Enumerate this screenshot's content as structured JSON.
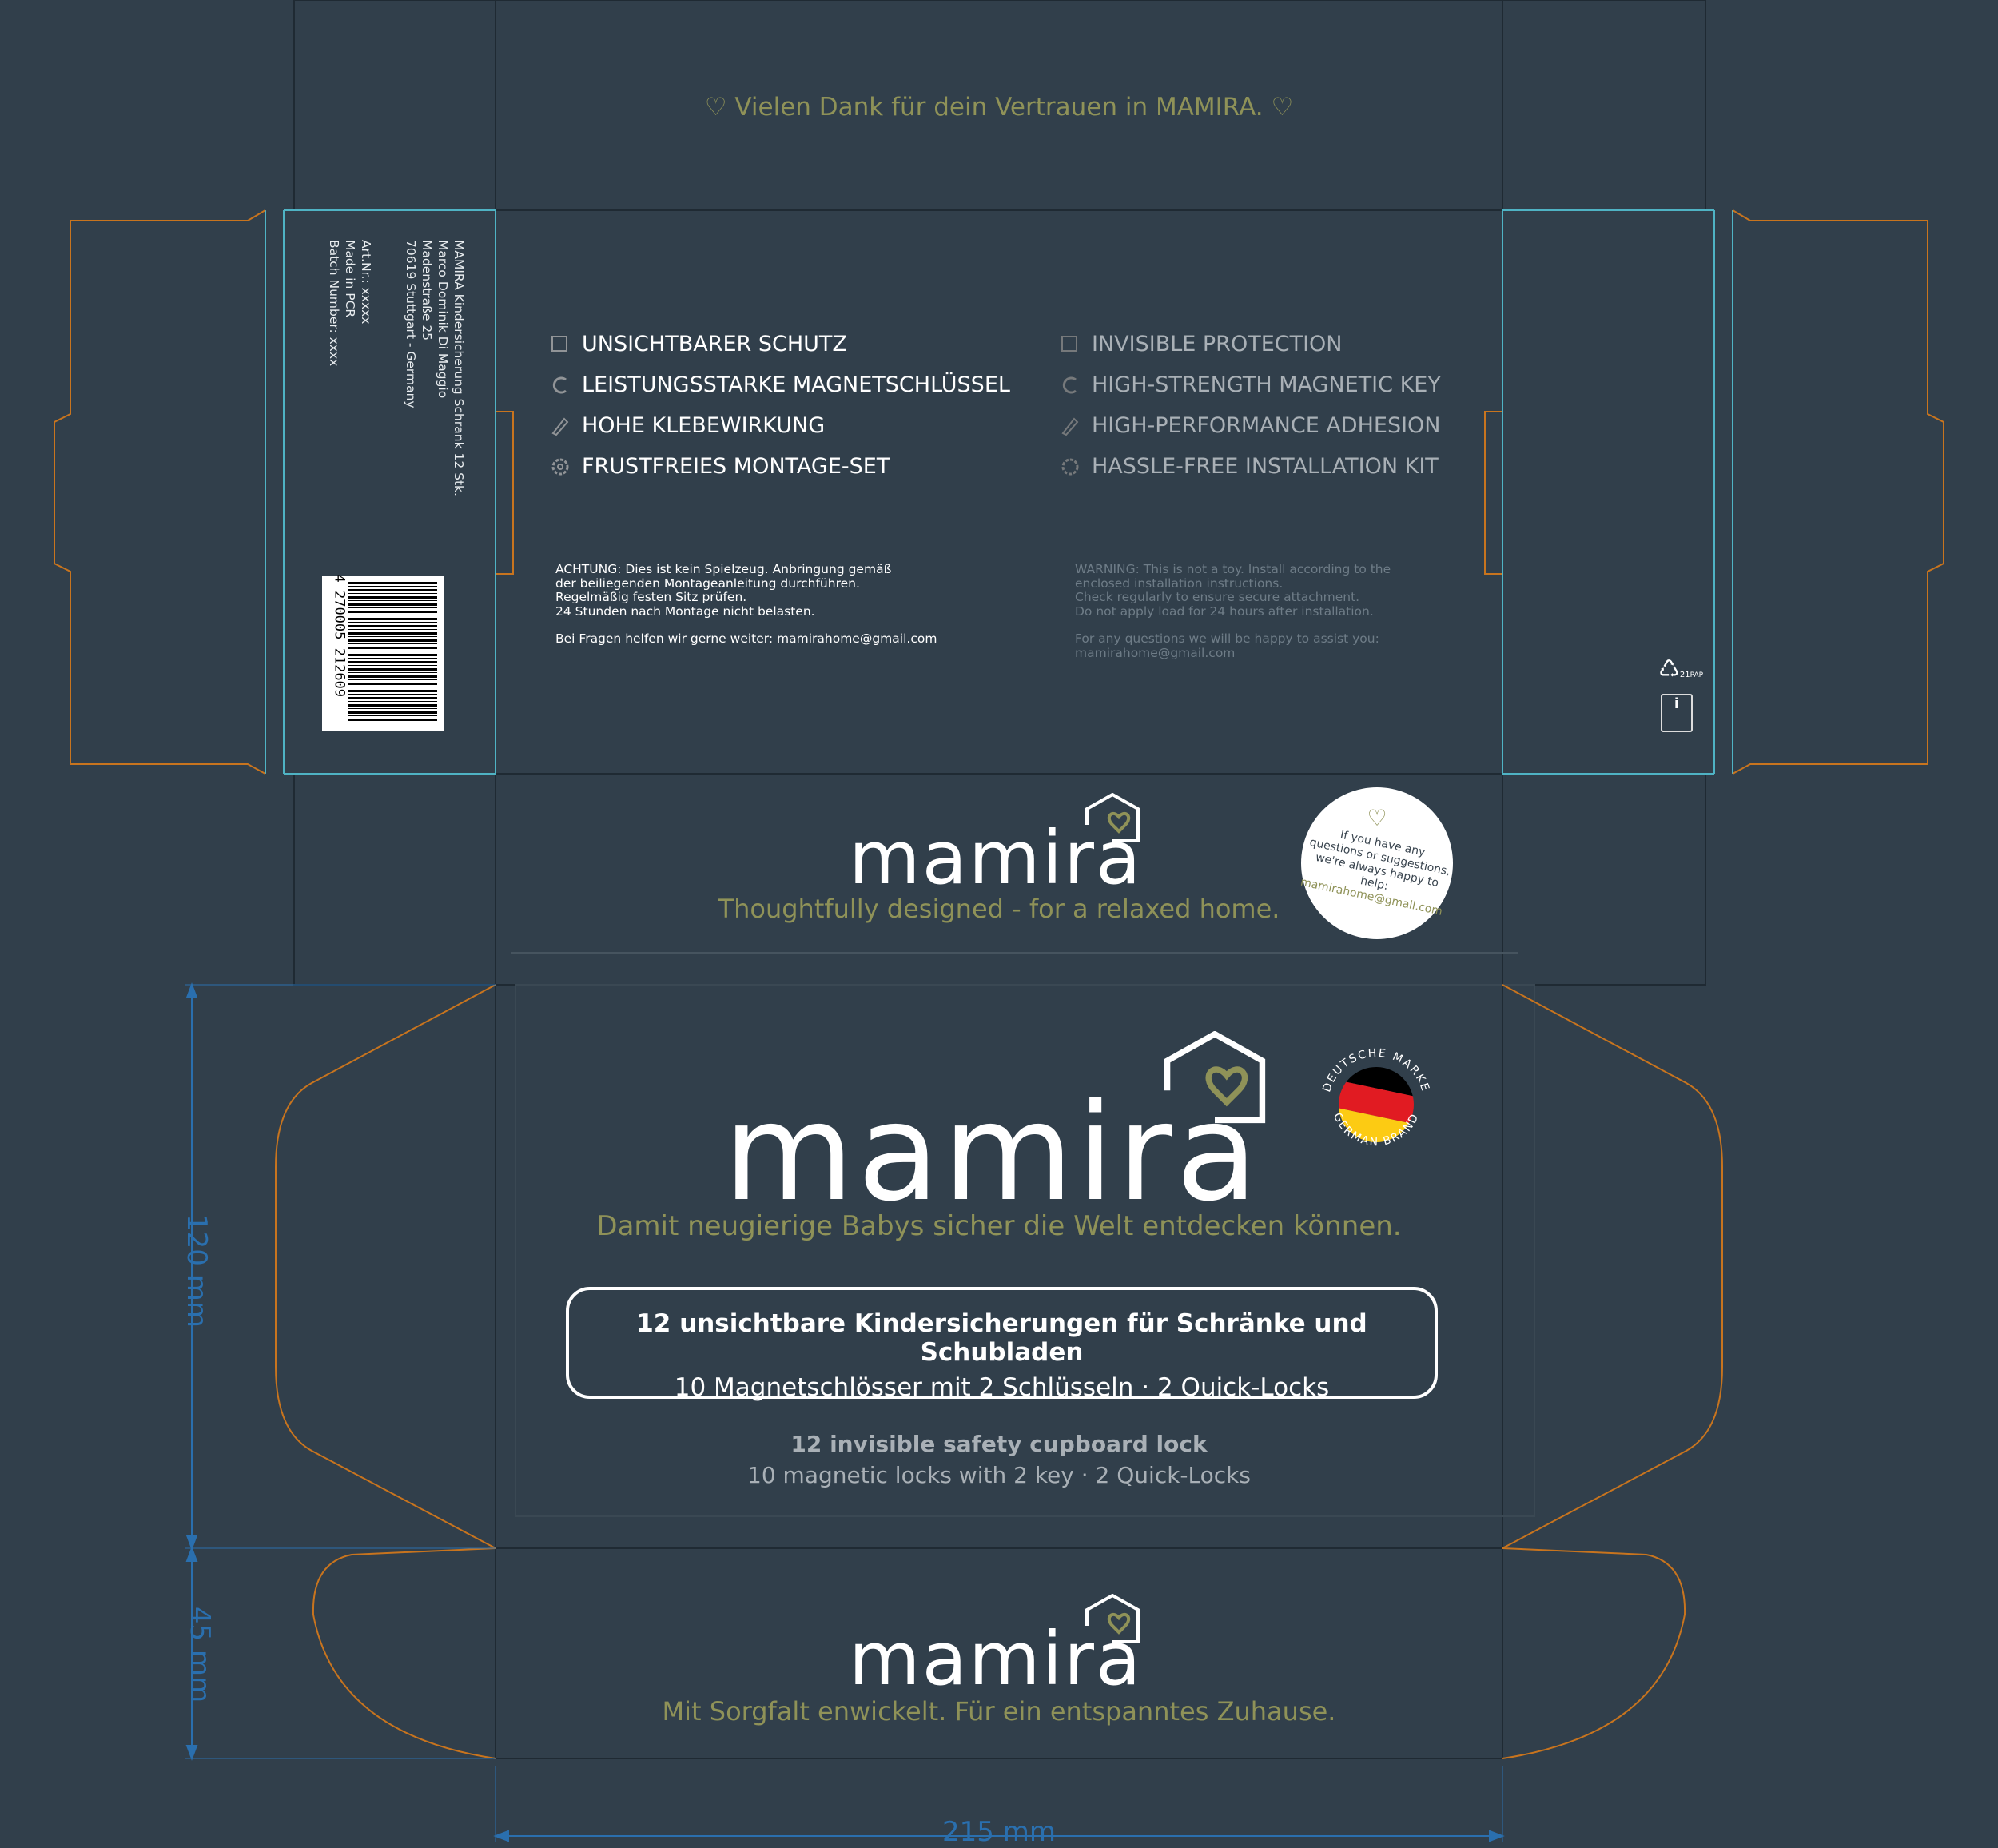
{
  "top_flap": {
    "thanks": "Vielen Dank für dein Vertrauen in MAMIRA."
  },
  "features_de": [
    {
      "icon": "invisible-shield-icon",
      "label": "UNSICHTBARER SCHUTZ"
    },
    {
      "icon": "magnet-icon",
      "label": "LEISTUNGSSTARKE MAGNETSCHLÜSSEL"
    },
    {
      "icon": "adhesive-icon",
      "label": "HOHE KLEBEWIRKUNG"
    },
    {
      "icon": "gear-icon",
      "label": "FRUSTFREIES MONTAGE-SET"
    }
  ],
  "features_en": [
    {
      "icon": "invisible-shield-icon",
      "label": "INVISIBLE PROTECTION"
    },
    {
      "icon": "magnet-icon",
      "label": "HIGH-STRENGTH MAGNETIC KEY"
    },
    {
      "icon": "adhesive-icon",
      "label": "HIGH-PERFORMANCE ADHESION"
    },
    {
      "icon": "gear-icon",
      "label": "HASSLE-FREE INSTALLATION KIT"
    }
  ],
  "warning_de": "ACHTUNG: Dies ist kein Spielzeug. Anbringung gemäß\nder beiliegenden Montageanleitung durchführen.\nRegelmäßig festen Sitz prüfen.\n24 Stunden nach Montage nicht belasten.",
  "contact_de": "Bei Fragen helfen wir gerne weiter: mamirahome@gmail.com",
  "warning_en": "WARNING: This is not a toy. Install according to the\nenclosed installation instructions.\nCheck regularly to ensure secure attachment.\nDo not apply load for 24 hours after installation.",
  "contact_en": "For any questions we will be happy to assist you:\nmamirahome@gmail.com",
  "side_panel": {
    "address": "MAMIRA Kindersicherung Schrank 12 Stk.\nMarco Dominik Di Maggio\nMadenstraße 25\n70619 Stuttgart - Germany",
    "details": "Art.Nr.: xxxxx\nMade in PCR\nBatch Number: xxxx",
    "barcode": "4 270005 212609"
  },
  "recycle": {
    "code": "21",
    "material": "PAP"
  },
  "brand": "mamira",
  "back_slogan": "Thoughtfully designed - for a relaxed home.",
  "sticker": {
    "text": "If you have any\nquestions or suggestions,\nwe're always happy to help:",
    "email": "mamirahome@gmail.com"
  },
  "front": {
    "slogan": "Damit neugierige Babys sicher die Welt entdecken können.",
    "box_title": "12 unsichtbare Kindersicherungen für Schränke und Schubladen",
    "box_sub": "10 Magnetschlösser mit 2 Schlüsseln · 2 Quick-Locks",
    "en_title": "12 invisible safety cupboard lock",
    "en_sub": "10 magnetic locks with 2 key · 2 Quick-Locks",
    "badge_top": "DEUTSCHE MARKE",
    "badge_bottom": "GERMAN BRAND"
  },
  "bottom_slogan": "Mit Sorgfalt enwickelt. Für ein entspanntes Zuhause.",
  "dimensions": {
    "height": "120 mm",
    "depth": "45 mm",
    "width": "215 mm"
  },
  "colors": {
    "background": "#313f4b",
    "olive": "#8f9258",
    "cutline": "#c8741e",
    "fold": "#4fb3c4",
    "dimension": "#2a6fae"
  }
}
